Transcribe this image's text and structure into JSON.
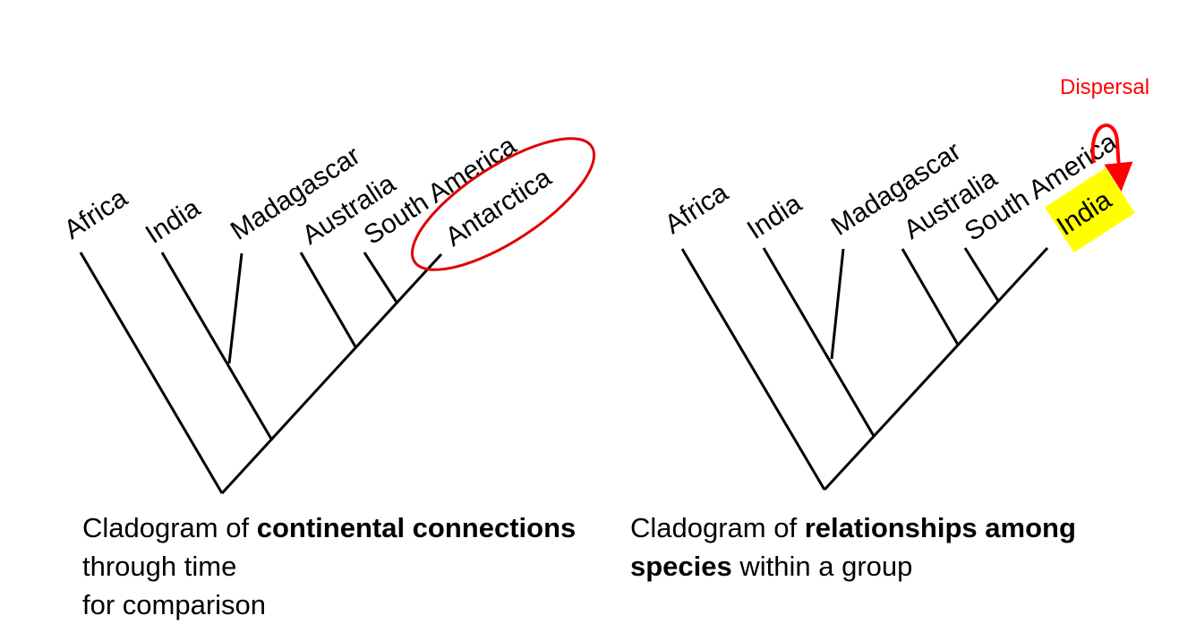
{
  "left_cladogram": {
    "tips": [
      "Africa",
      "India",
      "Madagascar",
      "Australia",
      "South America",
      "Antarctica"
    ],
    "caption": {
      "prefix": "Cladogram of ",
      "bold": "continental connections",
      "suffix": " through time",
      "cutoff_line": "for comparison"
    },
    "highlight_color": "#e00000"
  },
  "right_cladogram": {
    "tips": [
      "Africa",
      "India",
      "Madagascar",
      "Australia",
      "South America",
      "India"
    ],
    "caption": {
      "prefix": "Cladogram of ",
      "bold1": "relationships among",
      "bold2": "species",
      "suffix": " within a group"
    },
    "annotation": "Dispersal",
    "annotation_color": "#ff0000",
    "tip_highlight_color": "#ffff00"
  }
}
